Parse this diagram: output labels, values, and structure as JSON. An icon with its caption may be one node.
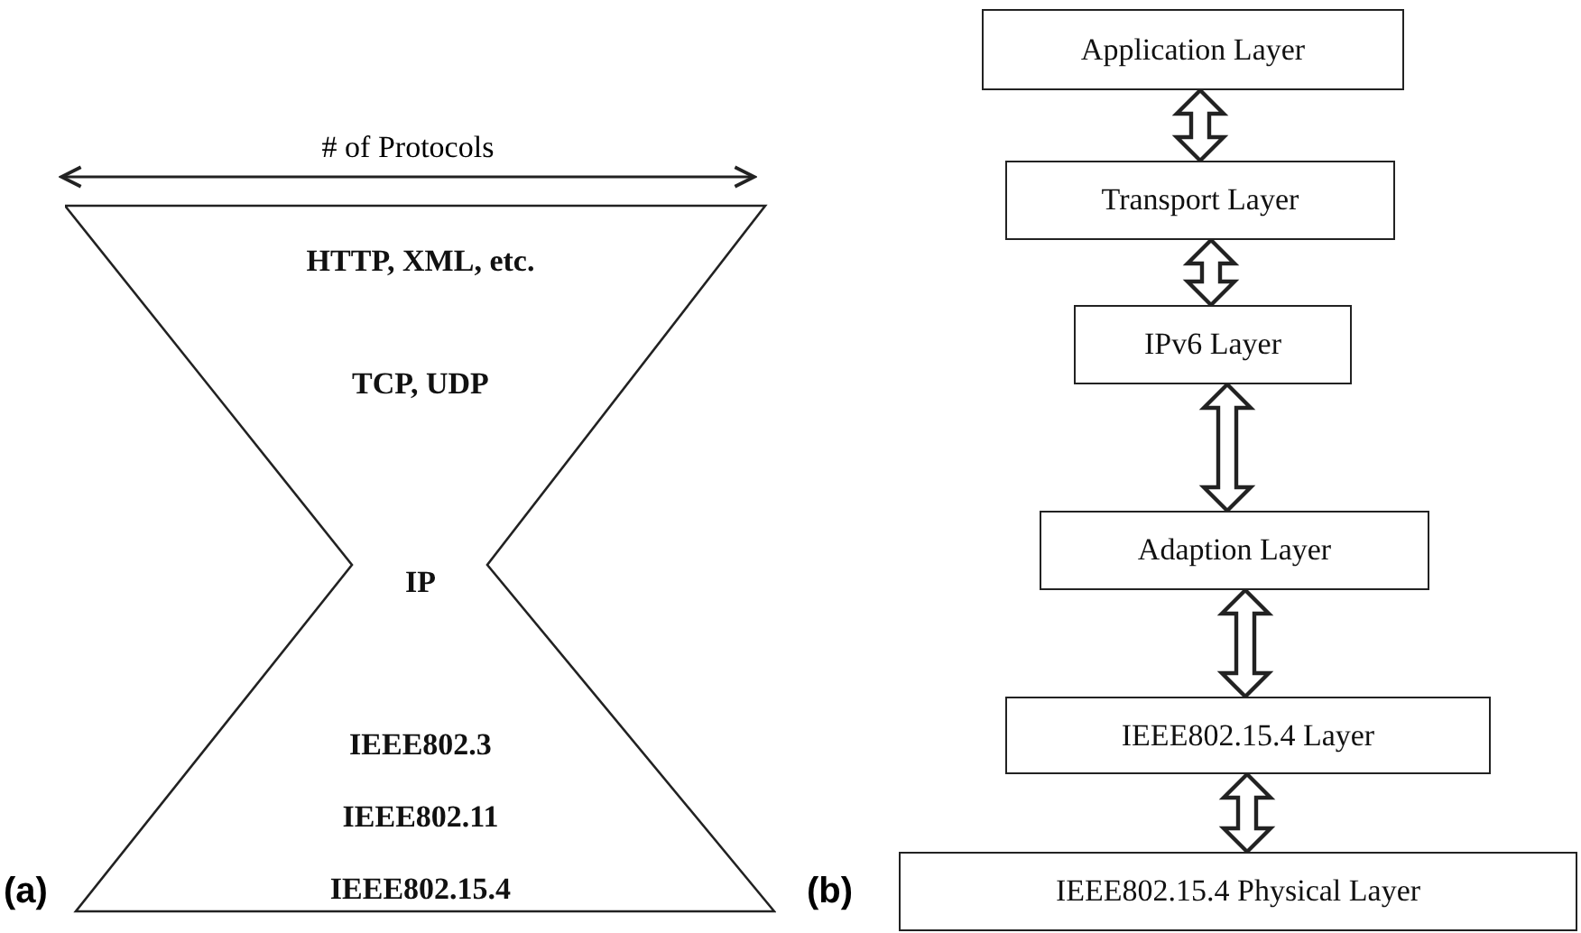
{
  "diagram": {
    "nodes": [
      {
        "text": [
          "HTTP, XML, etc.",
          "TCP, UDP",
          "IP",
          "IEEE802.3",
          "IEEE802.11",
          "IEEE802.15.4"
        ]
      },
      {
        "text": [
          "Application Layer"
        ]
      },
      {
        "text": [
          "Transport Layer"
        ]
      },
      {
        "text": [
          "IPv6 Layer"
        ]
      },
      {
        "text": [
          "Adaption Layer"
        ]
      },
      {
        "text": [
          "IEEE802.15.4 Layer"
        ]
      },
      {
        "text": [
          "IEEE802.15.4 Physical Layer"
        ]
      }
    ],
    "edges": [
      {
        "from": 1,
        "to": 2,
        "arrow": "both",
        "style": "thick"
      },
      {
        "from": 2,
        "to": 3,
        "arrow": "both",
        "style": "thick"
      },
      {
        "from": 3,
        "to": 4,
        "arrow": "both",
        "style": "thick"
      },
      {
        "from": 4,
        "to": 5,
        "arrow": "both",
        "style": "thick"
      },
      {
        "from": 5,
        "to": 6,
        "arrow": "both",
        "style": "thick"
      }
    ],
    "labels": [
      "# of Protocols",
      "(a)",
      "(b)"
    ]
  }
}
